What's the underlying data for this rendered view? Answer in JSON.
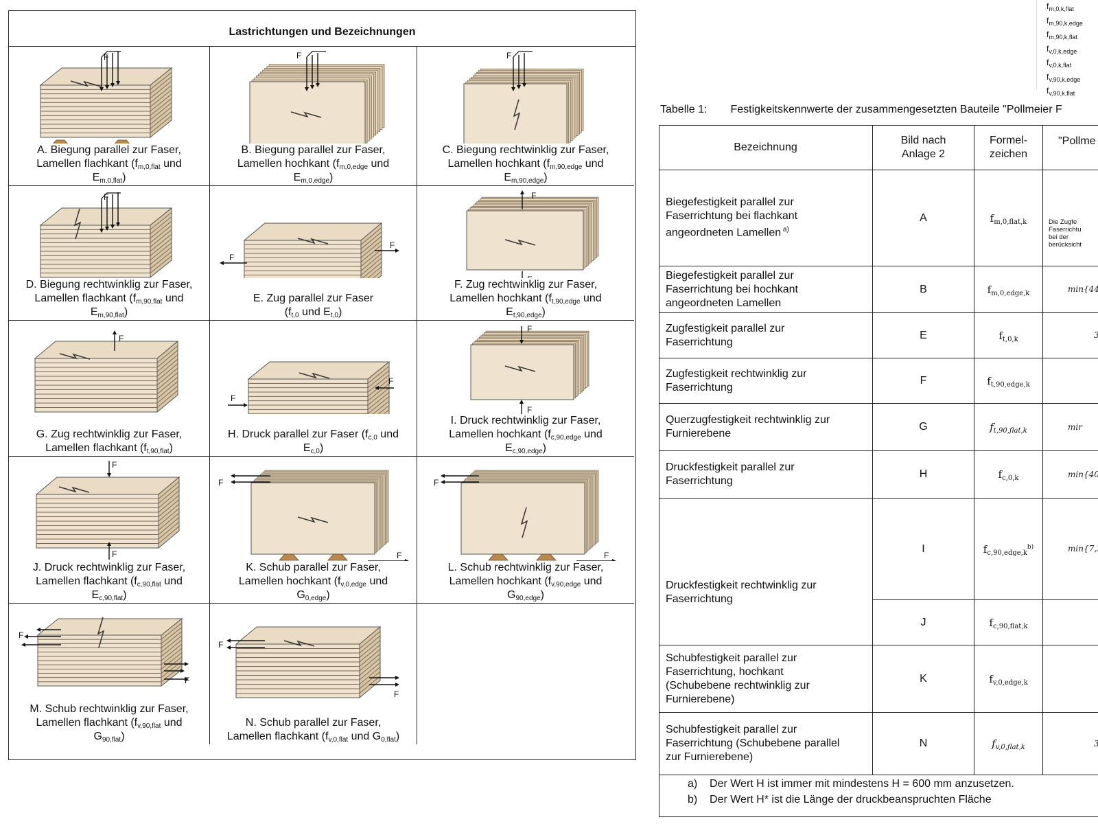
{
  "left_table": {
    "title": "Lastrichtungen und Bezeichnungen",
    "cells": [
      {
        "l1": "A. Biegung parallel zur Faser,",
        "l2a": "Lamellen flachkant (f",
        "l2s": "m,0,flat",
        "l2b": " und",
        "l3a": "E",
        "l3s": "m,0,flat",
        "l3b": ")"
      },
      {
        "l1": "B. Biegung parallel zur Faser,",
        "l2a": "Lamellen hochkant (f",
        "l2s": "m,0,edge",
        "l2b": " und",
        "l3a": "E",
        "l3s": "m,0,edge",
        "l3b": ")"
      },
      {
        "l1": "C. Biegung rechtwinklig zur Faser,",
        "l2a": "Lamellen hochkant (f",
        "l2s": "m,90,edge",
        "l2b": " und",
        "l3a": "E",
        "l3s": "m,90,edge",
        "l3b": ")"
      },
      {
        "l1": "D. Biegung rechtwinklig zur Faser,",
        "l2a": "Lamellen flachkant (f",
        "l2s": "m,90,flat",
        "l2b": " und",
        "l3a": "E",
        "l3s": "m,90,flat",
        "l3b": ")"
      },
      {
        "l1": "",
        "l2a": "E. Zug parallel zur Faser",
        "l2s": "",
        "l2b": "",
        "l3a": "(f",
        "l3s": "t,0",
        "l3b": " und E",
        "l3s2": "t,0",
        "l3c": ")"
      },
      {
        "l1": "F. Zug rechtwinklig zur Faser,",
        "l2a": "Lamellen hochkant (f",
        "l2s": "t,90,edge",
        "l2b": " und",
        "l3a": "E",
        "l3s": "t,90,edge",
        "l3b": ")"
      },
      {
        "l1": "",
        "l2a": "G. Zug rechtwinklig zur Faser,",
        "l2s": "",
        "l2b": "",
        "l3a": "Lamellen flachkant (f",
        "l3s": "t,90,flat",
        "l3b": ")"
      },
      {
        "l1": "",
        "l2a": "H. Druck parallel zur Faser (f",
        "l2s": "c,0",
        "l2b": " und",
        "l3a": "E",
        "l3s": "c,0",
        "l3b": ")"
      },
      {
        "l1": "I. Druck rechtwinklig zur Faser,",
        "l2a": "Lamellen hochkant (f",
        "l2s": "c,90,edge",
        "l2b": " und",
        "l3a": "E",
        "l3s": "c,90,edge",
        "l3b": ")"
      },
      {
        "l1": "J. Druck rechtwinklig zur Faser,",
        "l2a": "Lamellen flachkant (f",
        "l2s": "c,90,flat",
        "l2b": " und",
        "l3a": "E",
        "l3s": "c,90,flat",
        "l3b": ")"
      },
      {
        "l1": "K. Schub parallel zur Faser,",
        "l2a": "Lamellen hochkant (f",
        "l2s": "v,0,edge",
        "l2b": " und",
        "l3a": "G",
        "l3s": "0,edge",
        "l3b": ")"
      },
      {
        "l1": "L. Schub rechtwinklig zur Faser,",
        "l2a": "Lamellen hochkant (f",
        "l2s": "v,90,edge",
        "l2b": " und",
        "l3a": "G",
        "l3s": "90,edge",
        "l3b": ")"
      },
      {
        "l1": "M. Schub rechtwinklig zur Faser,",
        "l2a": "Lamellen flachkant (f",
        "l2s": "v,90,flat",
        "l2b": " und",
        "l3a": "G",
        "l3s": "90,flat",
        "l3b": ")"
      },
      {
        "l1": "",
        "l2a": "N. Schub parallel zur Faser,",
        "l2s": "",
        "l2b": "",
        "l3a": "Lamellen flachkant (f",
        "l3s": "v,0,flat",
        "l3b": " und G",
        "l3s2": "0,flat",
        "l3c": ")"
      }
    ],
    "force_label": "F"
  },
  "top_snippet": [
    "f_m,0,k,flat",
    "f_m,90,k,edge",
    "f_m,90,k,flat",
    "f_v,0,k,edge",
    "f_v,0,k,flat",
    "f_v,90,k,edge",
    "f_v,90,k,flat"
  ],
  "top_snippet_display": [
    {
      "b": "f",
      "s": "m,0,k,flat"
    },
    {
      "b": "f",
      "s": "m,90,k,edge"
    },
    {
      "b": "f",
      "s": "m,90,k,flat"
    },
    {
      "b": "f",
      "s": "v,0,k,edge"
    },
    {
      "b": "f",
      "s": "v,0,k,flat"
    },
    {
      "b": "f",
      "s": "v,90,k,edge"
    },
    {
      "b": "f",
      "s": "v,90,k,flat"
    }
  ],
  "table_caption": {
    "label": "Tabelle 1:",
    "text": "Festigkeitskennwerte der zusammengesetzten Bauteile \"Pollmeier F"
  },
  "right_table": {
    "headers": {
      "bezeichnung": "Bezeichnung",
      "bild_l1": "Bild nach",
      "bild_l2": "Anlage 2",
      "formel_l1": "Formel-",
      "formel_l2": "zeichen",
      "pollmeier": "\"Pollme"
    },
    "rows": [
      {
        "desc": [
          "Biegefestigkeit parallel zur",
          "Faserrichtung bei flachkant",
          "angeordneten Lamellen"
        ],
        "desc_sup": "a)",
        "bild": "A",
        "sym_b": "f",
        "sym_s": "m,0,flat,k",
        "value_lines": [
          "Die Zugfe",
          "Faserrichtu",
          "bei der",
          "berücksicht"
        ]
      },
      {
        "desc": [
          "Biegefestigkeit parallel zur",
          "Faserrichtung bei hochkant",
          "angeordneten Lamellen"
        ],
        "bild": "B",
        "sym_b": "f",
        "sym_s": "m,0,edge,k",
        "value_frag": "min{44"
      },
      {
        "desc": [
          "Zugfestigkeit parallel zur",
          "Faserrichtung"
        ],
        "bild": "E",
        "sym_b": "f",
        "sym_s": "t,0,k",
        "value_frag": "3"
      },
      {
        "desc": [
          "Zugfestigkeit rechtwinklig zur",
          "Faserrichtung"
        ],
        "bild": "F",
        "sym_b": "f",
        "sym_s": "t,90,edge,k",
        "value_frag": ""
      },
      {
        "desc": [
          "Querzugfestigkeit rechtwinklig zur",
          "Furnierebene"
        ],
        "bild": "G",
        "sym_b": "f",
        "sym_s": "t,90,flat,k",
        "italic": true,
        "value_frag": "mir"
      },
      {
        "desc": [
          "Druckfestigkeit parallel zur",
          "Faserrichtung"
        ],
        "bild": "H",
        "sym_b": "f",
        "sym_s": "c,0,k",
        "value_frag": "min{40"
      },
      {
        "desc": [
          "Druckfestigkeit rechtwinklig zur",
          "Faserrichtung"
        ],
        "bild": "I",
        "sym_b": "f",
        "sym_s": "c,90,edge,k",
        "sym_sup": "b)",
        "value_frag": "min{7,3"
      },
      {
        "desc": [],
        "bild": "J",
        "sym_b": "f",
        "sym_s": "c,90,flat,k",
        "value_frag": ""
      },
      {
        "desc": [
          "Schubfestigkeit parallel zur",
          "Faserrichtung, hochkant",
          "(Schubebene rechtwinklig zur",
          "Furnierebene)"
        ],
        "bild": "K",
        "sym_b": "f",
        "sym_s": "v,0,edge,k",
        "value_frag": ""
      },
      {
        "desc": [
          "Schubfestigkeit parallel zur",
          "Faserrichtung (Schubebene parallel",
          "zur Furnierebene)"
        ],
        "bild": "N",
        "sym_b": "f",
        "sym_s": "v,0,flat,k",
        "italic": true,
        "value_frag": "3"
      }
    ]
  },
  "footnotes": [
    {
      "mark": "a)",
      "text": "Der Wert H ist immer mit mindestens H = 600 mm anzusetzen."
    },
    {
      "mark": "b)",
      "text": "Der Wert H* ist die Länge der druckbeanspruchten Fläche"
    }
  ],
  "colors": {
    "wood_top": "#eadcc4",
    "wood_front": "#efe3cf",
    "wood_side": "#d9c6a6",
    "layer_line": "#7a6a55",
    "support": "#b88a4e",
    "border": "#222222"
  }
}
